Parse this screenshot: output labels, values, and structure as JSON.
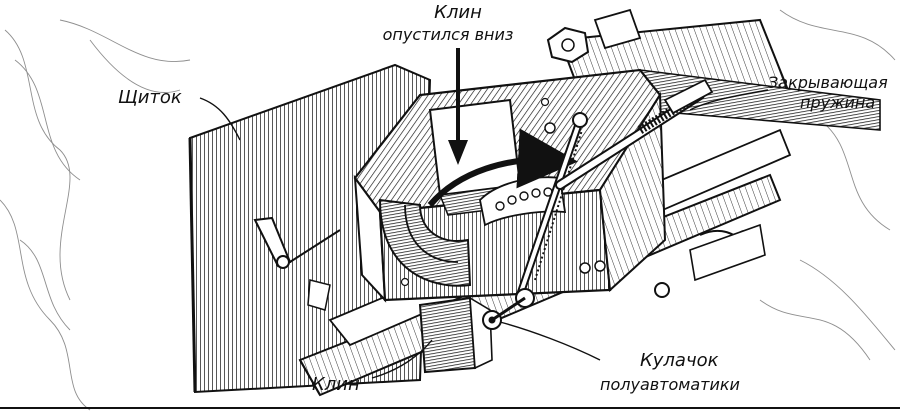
{
  "labels": {
    "wedge_lowered_line1": "Клин",
    "wedge_lowered_line2": "опустился вниз",
    "shield": "Щиток",
    "closing_spring_line1": "Закрывающая",
    "closing_spring_line2": "пружина",
    "wedge": "Клин",
    "cam_line1": "Кулачок",
    "cam_line2": "полуавтоматики"
  }
}
